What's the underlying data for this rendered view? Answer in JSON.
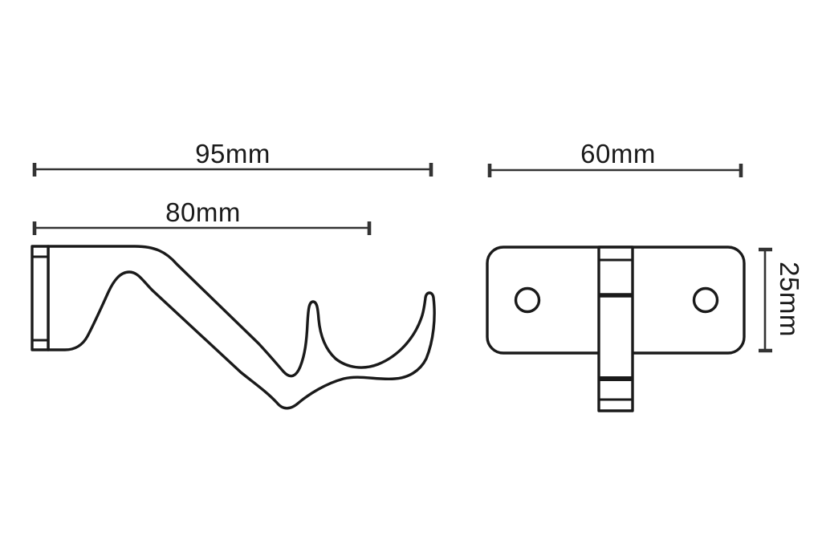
{
  "drawing": {
    "subject": "curtain-pole-bracket-technical-drawing",
    "background_color": "#ffffff",
    "outline_color": "#1a1a1a",
    "dimension_color": "#333333",
    "side_view": {
      "description": "bracket side profile with wall plate, swan-neck arm and pole cradle cup",
      "dims": {
        "overall_depth": {
          "label": "95mm"
        },
        "projection": {
          "label": "80mm"
        }
      }
    },
    "front_view": {
      "description": "wall plate front face with two screw holes and central arm strip",
      "screw_hole_count": 2,
      "dims": {
        "plate_width": {
          "label": "60mm"
        },
        "plate_height": {
          "label": "25mm"
        }
      }
    }
  }
}
